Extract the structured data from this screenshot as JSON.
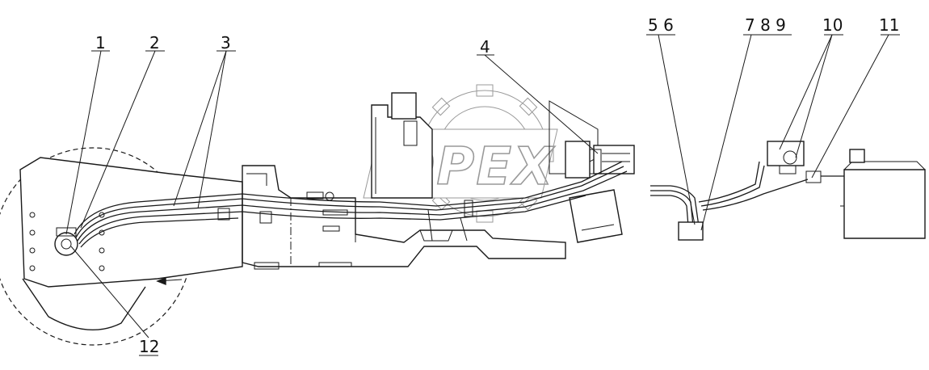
{
  "watermark": {
    "text": "OPEX",
    "color": "#9a9a9a"
  },
  "callouts": [
    {
      "id": "1",
      "label": "1"
    },
    {
      "id": "2",
      "label": "2"
    },
    {
      "id": "3",
      "label": "3"
    },
    {
      "id": "4",
      "label": "4"
    },
    {
      "id": "5-6",
      "label": "5 6"
    },
    {
      "id": "7-8-9",
      "label": "7 8 9"
    },
    {
      "id": "10",
      "label": "10"
    },
    {
      "id": "11",
      "label": "11"
    },
    {
      "id": "12",
      "label": "12"
    }
  ],
  "colors": {
    "line": "#1a1a1a",
    "background": "#ffffff"
  }
}
